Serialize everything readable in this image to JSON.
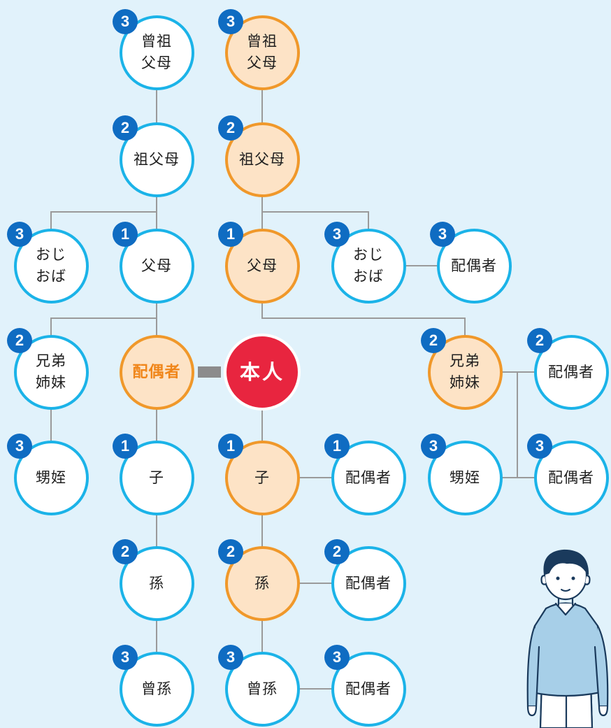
{
  "self": {
    "label": "本人"
  },
  "ancestors": {
    "great_grandparents_spouse_side": {
      "label": "曾祖\n父母",
      "degree": "3"
    },
    "great_grandparents": {
      "label": "曾祖\n父母",
      "degree": "3"
    },
    "grandparents_spouse_side": {
      "label": "祖父母",
      "degree": "2"
    },
    "grandparents": {
      "label": "祖父母",
      "degree": "2"
    },
    "parents_spouse_side": {
      "label": "父母",
      "degree": "1"
    },
    "parents": {
      "label": "父母",
      "degree": "1"
    }
  },
  "uncles_aunts": {
    "spouse_side": {
      "label": "おじ\nおば",
      "degree": "3"
    },
    "own_side": {
      "label": "おじ\nおば",
      "degree": "3"
    },
    "own_side_spouse": {
      "label": "配偶者",
      "degree": "3"
    }
  },
  "siblings": {
    "spouse_side": {
      "label": "兄弟\n姉妹",
      "degree": "2"
    },
    "nephews_spouse_side": {
      "label": "甥姪",
      "degree": "3"
    },
    "own_side": {
      "label": "兄弟\n姉妹",
      "degree": "2"
    },
    "own_side_spouse": {
      "label": "配偶者",
      "degree": "2"
    },
    "nephews_own_side": {
      "label": "甥姪",
      "degree": "3"
    },
    "nephews_spouse": {
      "label": "配偶者",
      "degree": "3"
    }
  },
  "spouse": {
    "label": "配偶者"
  },
  "descendants": {
    "child_spouse_col": {
      "label": "子",
      "degree": "1"
    },
    "child": {
      "label": "子",
      "degree": "1"
    },
    "child_spouse": {
      "label": "配偶者",
      "degree": "1"
    },
    "grandchild_spouse_col": {
      "label": "孫",
      "degree": "2"
    },
    "grandchild": {
      "label": "孫",
      "degree": "2"
    },
    "grandchild_spouse": {
      "label": "配偶者",
      "degree": "2"
    },
    "great_grandchild_spouse_col": {
      "label": "曾孫",
      "degree": "3"
    },
    "great_grandchild": {
      "label": "曾孫",
      "degree": "3"
    },
    "great_grandchild_spouse": {
      "label": "配偶者",
      "degree": "3"
    }
  },
  "colors": {
    "background": "#e1f2fb",
    "relative_border": "#1bb3e8",
    "blood_border": "#f0982a",
    "blood_fill": "#fde3c6",
    "self_fill": "#e8253f",
    "badge_fill": "#0f6cc2",
    "line": "#9a9a9a"
  }
}
